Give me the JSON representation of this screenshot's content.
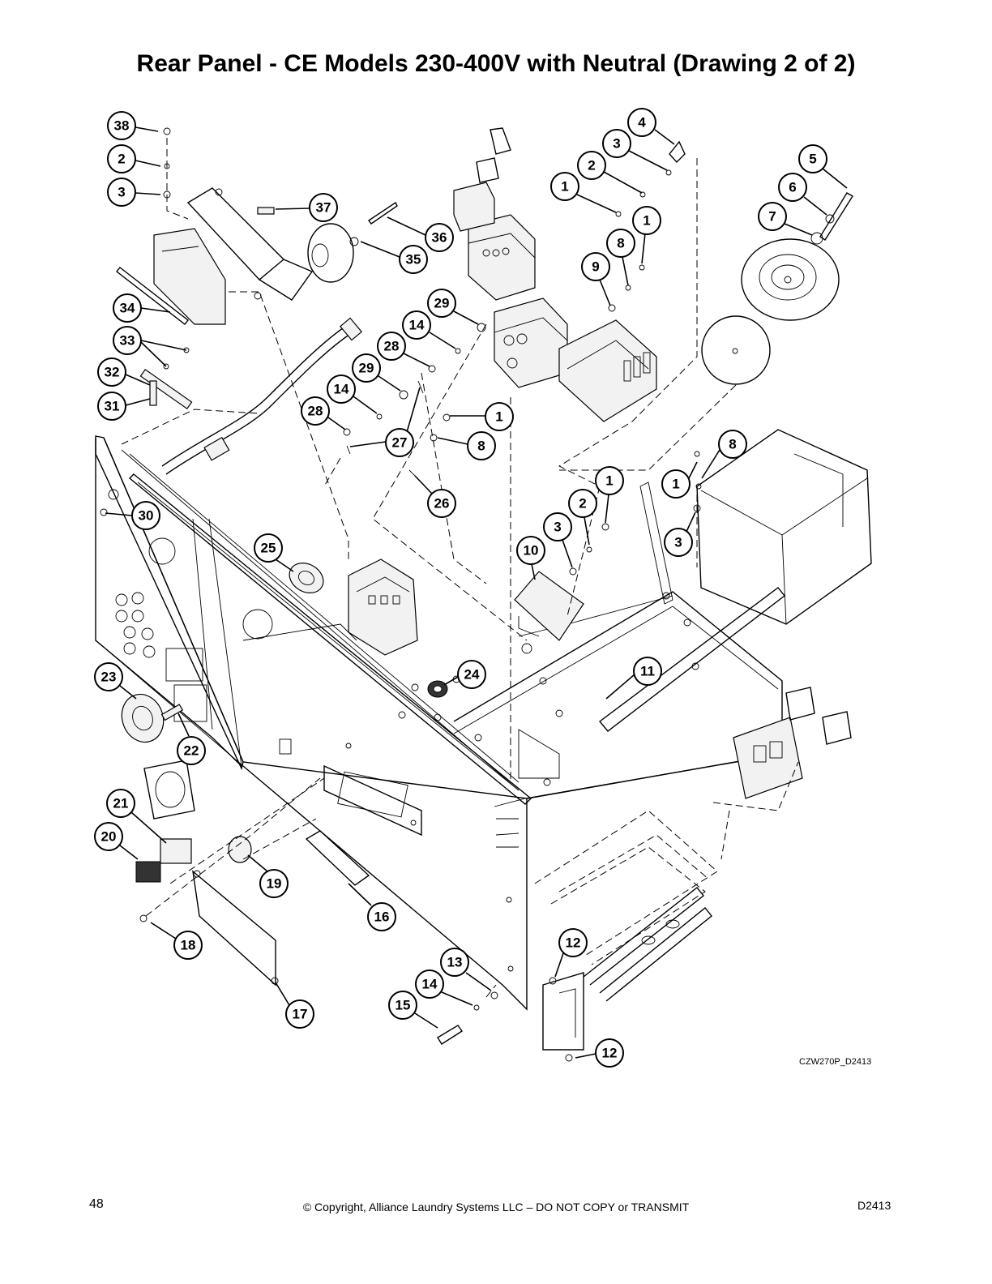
{
  "page": {
    "title": "Rear Panel - CE Models 230-400V with Neutral (Drawing 2 of 2)",
    "drawing_ref": "CZW270P_D2413",
    "page_number": "48",
    "copyright": "© Copyright, Alliance Laundry Systems LLC – DO NOT COPY or TRANSMIT",
    "doc_code": "D2413"
  },
  "callouts": [
    {
      "label": "38"
    },
    {
      "label": "2"
    },
    {
      "label": "3"
    },
    {
      "label": "37"
    },
    {
      "label": "36"
    },
    {
      "label": "35"
    },
    {
      "label": "34"
    },
    {
      "label": "33"
    },
    {
      "label": "32"
    },
    {
      "label": "31"
    },
    {
      "label": "4"
    },
    {
      "label": "3"
    },
    {
      "label": "2"
    },
    {
      "label": "1"
    },
    {
      "label": "1"
    },
    {
      "label": "8"
    },
    {
      "label": "9"
    },
    {
      "label": "5"
    },
    {
      "label": "6"
    },
    {
      "label": "7"
    },
    {
      "label": "29"
    },
    {
      "label": "14"
    },
    {
      "label": "28"
    },
    {
      "label": "29"
    },
    {
      "label": "14"
    },
    {
      "label": "28"
    },
    {
      "label": "27"
    },
    {
      "label": "1"
    },
    {
      "label": "8"
    },
    {
      "label": "26"
    },
    {
      "label": "30"
    },
    {
      "label": "25"
    },
    {
      "label": "1"
    },
    {
      "label": "2"
    },
    {
      "label": "3"
    },
    {
      "label": "10"
    },
    {
      "label": "8"
    },
    {
      "label": "1"
    },
    {
      "label": "3"
    },
    {
      "label": "24"
    },
    {
      "label": "11"
    },
    {
      "label": "23"
    },
    {
      "label": "22"
    },
    {
      "label": "21"
    },
    {
      "label": "20"
    },
    {
      "label": "19"
    },
    {
      "label": "16"
    },
    {
      "label": "18"
    },
    {
      "label": "17"
    },
    {
      "label": "12"
    },
    {
      "label": "13"
    },
    {
      "label": "14"
    },
    {
      "label": "15"
    },
    {
      "label": "12"
    }
  ]
}
